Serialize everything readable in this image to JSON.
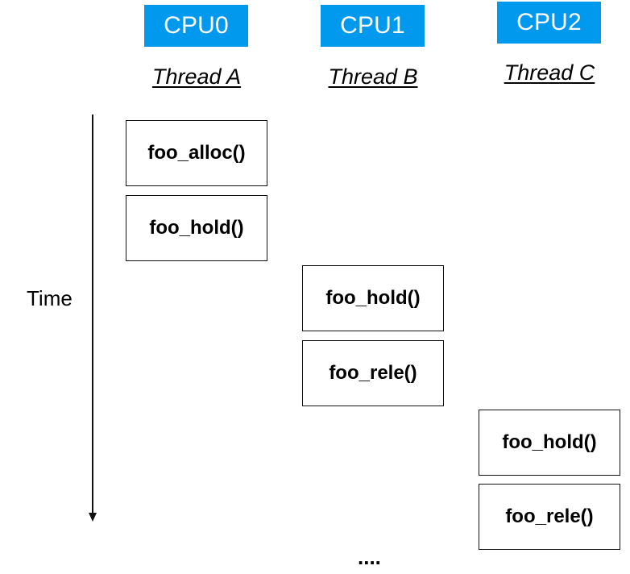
{
  "colors": {
    "cpu_header_bg": "#0099ee",
    "box_border": "#111111"
  },
  "columns": [
    {
      "cpu": "CPU0",
      "thread": "Thread A",
      "calls": [
        "foo_alloc()",
        "foo_hold()"
      ]
    },
    {
      "cpu": "CPU1",
      "thread": "Thread B",
      "calls": [
        "foo_hold()",
        "foo_rele()"
      ]
    },
    {
      "cpu": "CPU2",
      "thread": "Thread C",
      "calls": [
        "foo_hold()",
        "foo_rele()"
      ]
    }
  ],
  "time_axis": {
    "label": "Time",
    "icon": "down-arrow-icon"
  },
  "ellipsis": "...."
}
